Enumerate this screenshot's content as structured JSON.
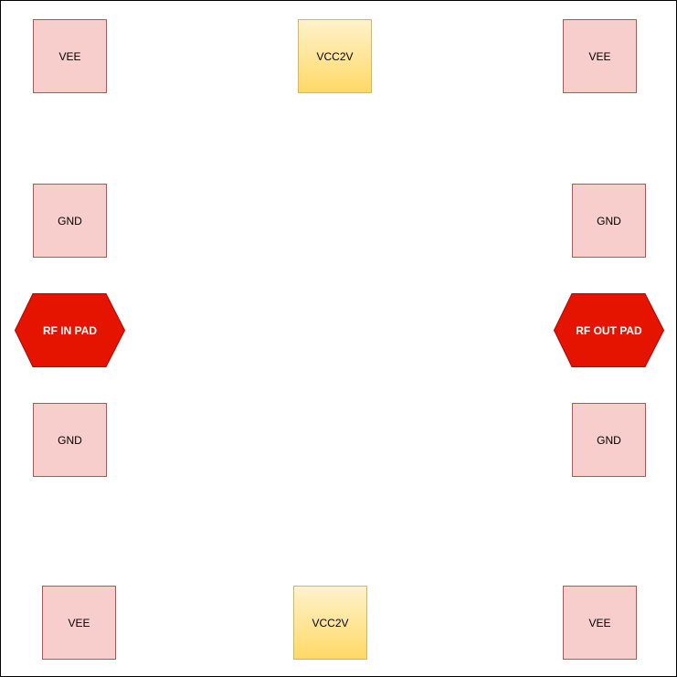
{
  "colors": {
    "pad_fill": "#f8cecc",
    "pad_stroke": "#b85450",
    "vcc_fill_top": "#fff2cc",
    "vcc_fill_bottom": "#ffd966",
    "vcc_stroke": "#d6b656",
    "rf_fill": "#e51400",
    "rf_stroke": "#b20000"
  },
  "pads": {
    "top_left": "VEE",
    "top_center": "VCC2V",
    "top_right": "VEE",
    "left_upper": "GND",
    "right_upper": "GND",
    "left_lower": "GND",
    "right_lower": "GND",
    "bottom_left": "VEE",
    "bottom_center": "VCC2V",
    "bottom_right": "VEE"
  },
  "rf": {
    "input": "RF IN PAD",
    "output": "RF OUT PAD"
  }
}
